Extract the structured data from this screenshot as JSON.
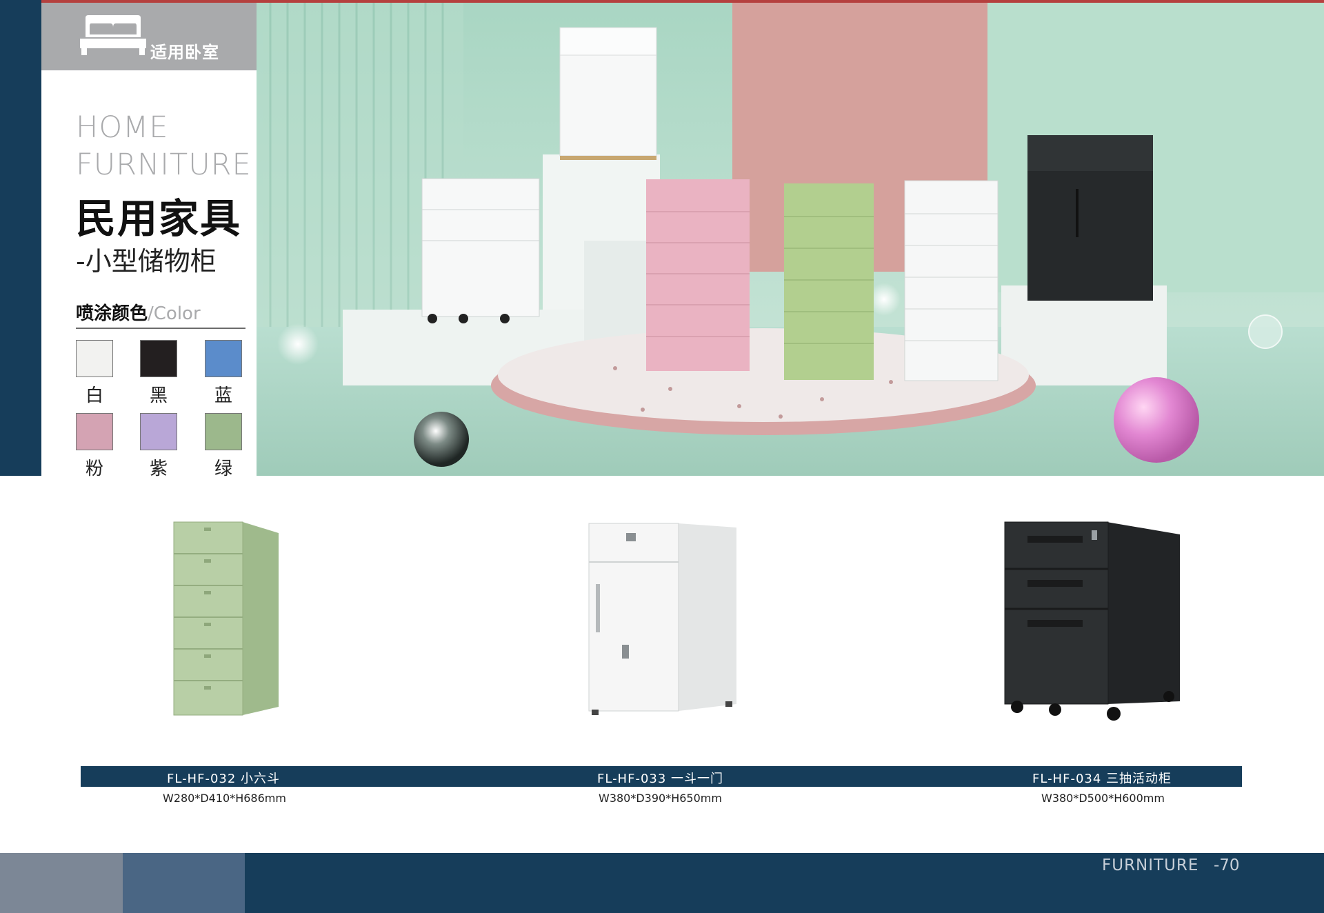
{
  "colors": {
    "navy": "#163d5a",
    "gray_tag": "#a9aaac",
    "top_rule": "#b5403e"
  },
  "bedroom_tag": {
    "icon": "bed-icon",
    "label": "适用卧室"
  },
  "title": {
    "en_line1": "HOME",
    "en_line2": "FURNITURE",
    "cn_main": "民用家具",
    "cn_sub": "-小型储物柜"
  },
  "color_section": {
    "heading_cn": "喷涂颜色",
    "heading_en": "/Color",
    "swatches": [
      {
        "label": "白",
        "color": "#f2f2f0"
      },
      {
        "label": "黑",
        "color": "#231f20"
      },
      {
        "label": "蓝",
        "color": "#5b8ccb"
      },
      {
        "label": "粉",
        "color": "#d4a3b3"
      },
      {
        "label": "紫",
        "color": "#b9a7d7"
      },
      {
        "label": "绿",
        "color": "#9cb88c"
      }
    ]
  },
  "products": [
    {
      "model": "FL-HF-032 小六斗",
      "dims": "W280*D410*H686mm",
      "color": "#b8cfa6"
    },
    {
      "model": "FL-HF-033 一斗一门",
      "dims": "W380*D390*H650mm",
      "color": "#f4f4f4"
    },
    {
      "model": "FL-HF-034 三抽活动柜",
      "dims": "W380*D500*H600mm",
      "color": "#2b2b2d"
    }
  ],
  "footer": {
    "brand": "FURNITURE",
    "page": "-70"
  }
}
